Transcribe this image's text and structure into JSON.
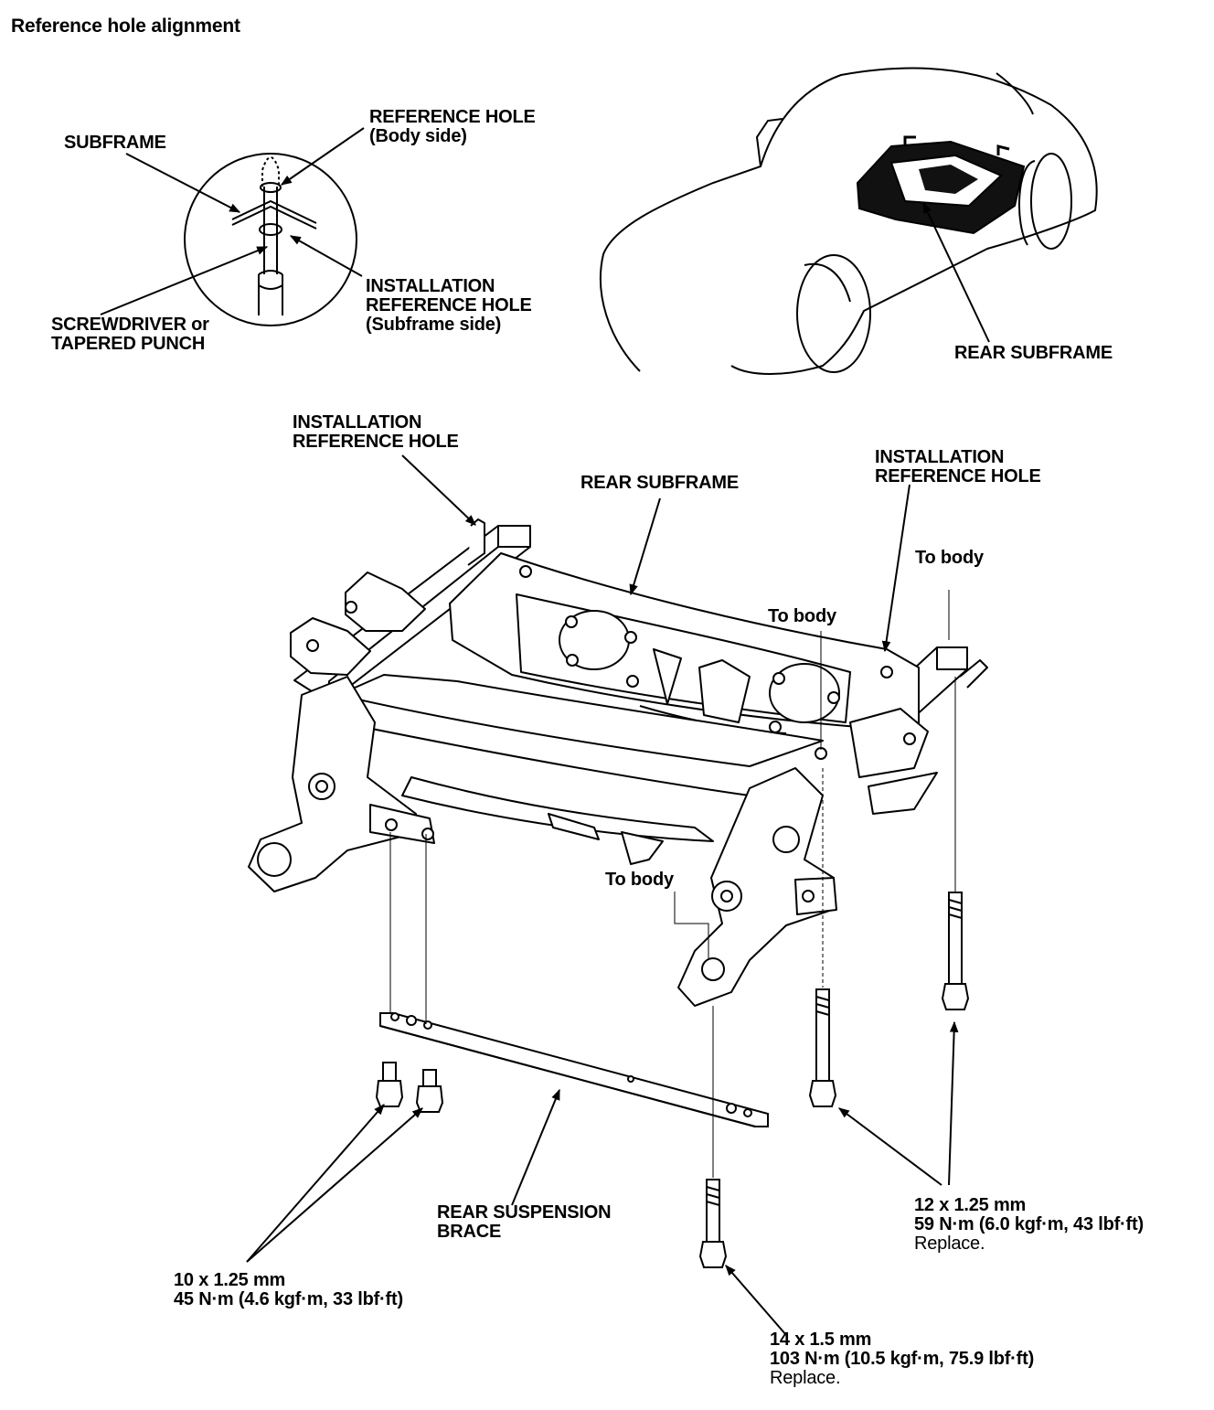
{
  "title": "Reference hole alignment",
  "detail_view": {
    "subframe": "SUBFRAME",
    "reference_hole": [
      "REFERENCE HOLE",
      "(Body side)"
    ],
    "installation_reference_hole": [
      "INSTALLATION",
      "REFERENCE HOLE",
      "(Subframe side)"
    ],
    "tool": [
      "SCREWDRIVER or",
      "TAPERED PUNCH"
    ]
  },
  "car_view": {
    "rear_subframe": "REAR SUBFRAME"
  },
  "main_view": {
    "installation_reference_hole_left": [
      "INSTALLATION",
      "REFERENCE HOLE"
    ],
    "installation_reference_hole_right": [
      "INSTALLATION",
      "REFERENCE HOLE"
    ],
    "rear_subframe": "REAR SUBFRAME",
    "to_body_right": "To body",
    "to_body_center": "To body",
    "to_body_left": "To body",
    "rear_suspension_brace": [
      "REAR SUSPENSION",
      "BRACE"
    ]
  },
  "fasteners": {
    "brace_bolts": [
      "10 x 1.25 mm",
      "45 N·m (4.6 kgf·m, 33 lbf·ft)"
    ],
    "front_bolt": [
      "14 x 1.5 mm",
      "103 N·m (10.5 kgf·m, 75.9 lbf·ft)",
      "Replace."
    ],
    "rear_bolts": [
      "12 x 1.25 mm",
      "59 N·m (6.0 kgf·m, 43 lbf·ft)",
      "Replace."
    ]
  }
}
